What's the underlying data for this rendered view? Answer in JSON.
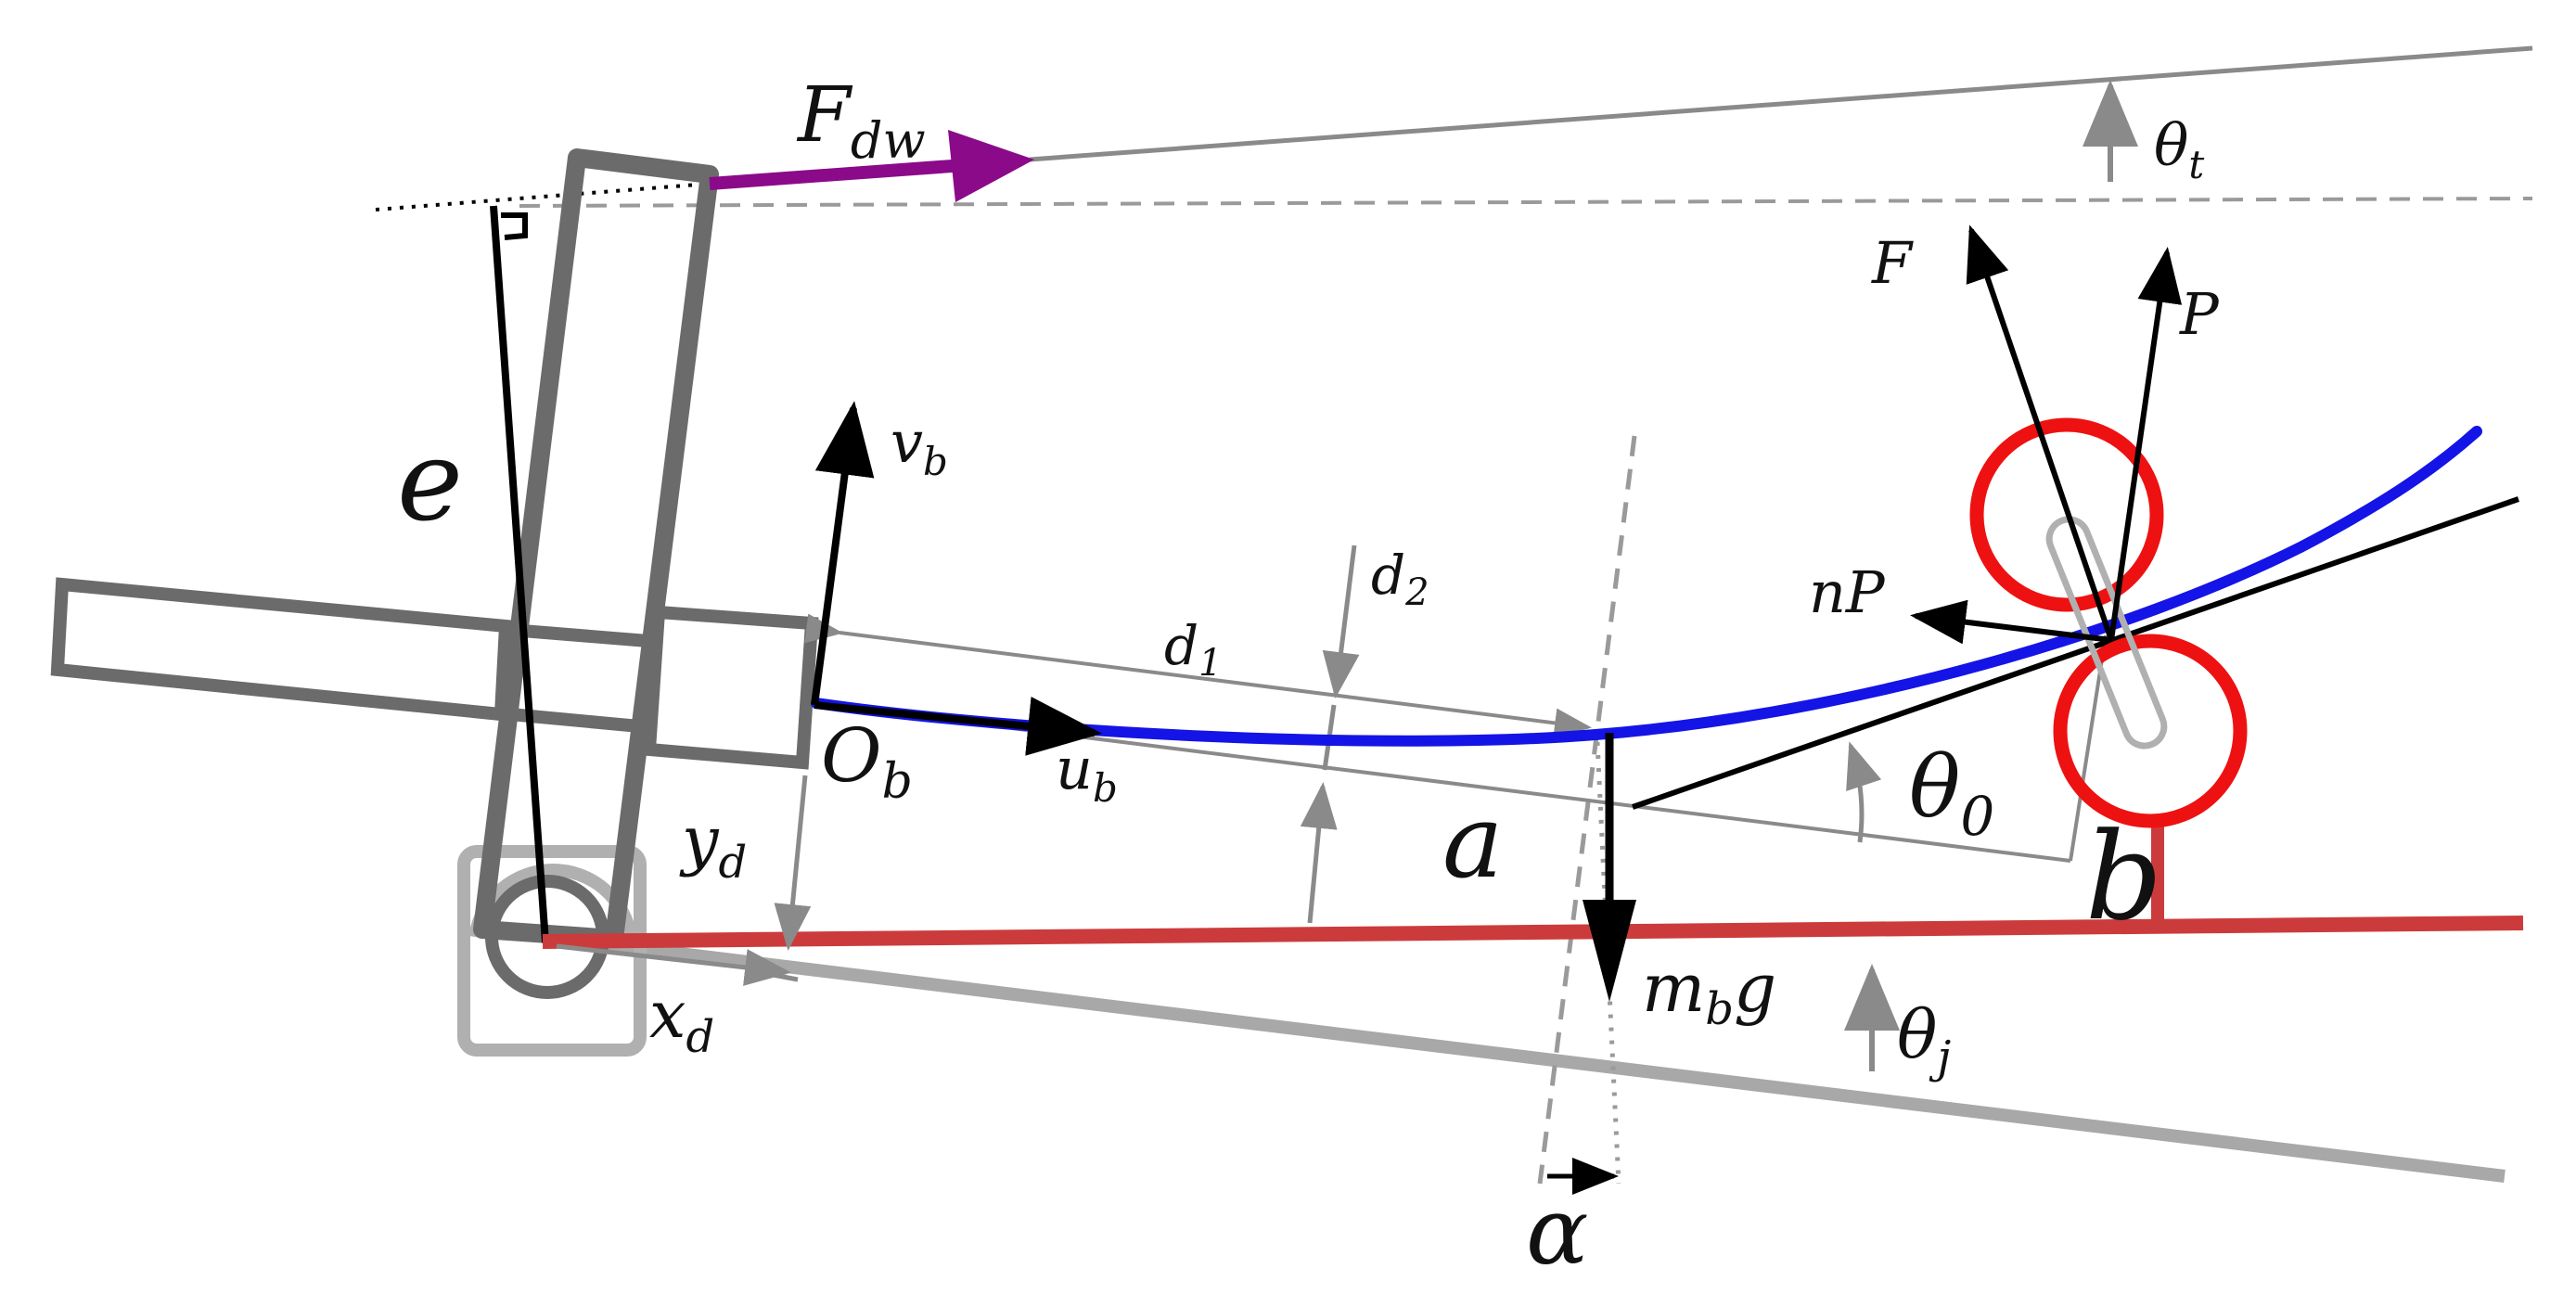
{
  "colors": {
    "frame": "#6b6b6b",
    "frame_light": "#a8a8a8",
    "guide": "#8a8a8a",
    "dashed": "#9a9a9a",
    "force_dw": "#8a0a8a",
    "beam": "#1414e6",
    "base": "#cc3b3b",
    "roller": "#ee1111",
    "arrow": "#000000"
  },
  "labels": {
    "F_dw": {
      "main": "F",
      "sub": "dw"
    },
    "theta_t": {
      "main": "θ",
      "sub": "t"
    },
    "F": {
      "main": "F"
    },
    "P": {
      "main": "P"
    },
    "nP": {
      "main": "nP"
    },
    "e": {
      "main": "e"
    },
    "v_b": {
      "main": "v",
      "sub": "b"
    },
    "d_1": {
      "main": "d",
      "sub": "1"
    },
    "d_2": {
      "main": "d",
      "sub": "2"
    },
    "O_b": {
      "main": "O",
      "sub": "b"
    },
    "u_b": {
      "main": "u",
      "sub": "b"
    },
    "theta_0": {
      "main": "θ",
      "sub": "0"
    },
    "a": {
      "main": "a"
    },
    "b": {
      "main": "b"
    },
    "y_d": {
      "main": "y",
      "sub": "d"
    },
    "x_d": {
      "main": "x",
      "sub": "d"
    },
    "m_b_g": {
      "main": "m",
      "sub": "b",
      "tail": "g"
    },
    "theta_j": {
      "main": "θ",
      "sub": "j"
    },
    "alpha": {
      "main": "α"
    }
  }
}
